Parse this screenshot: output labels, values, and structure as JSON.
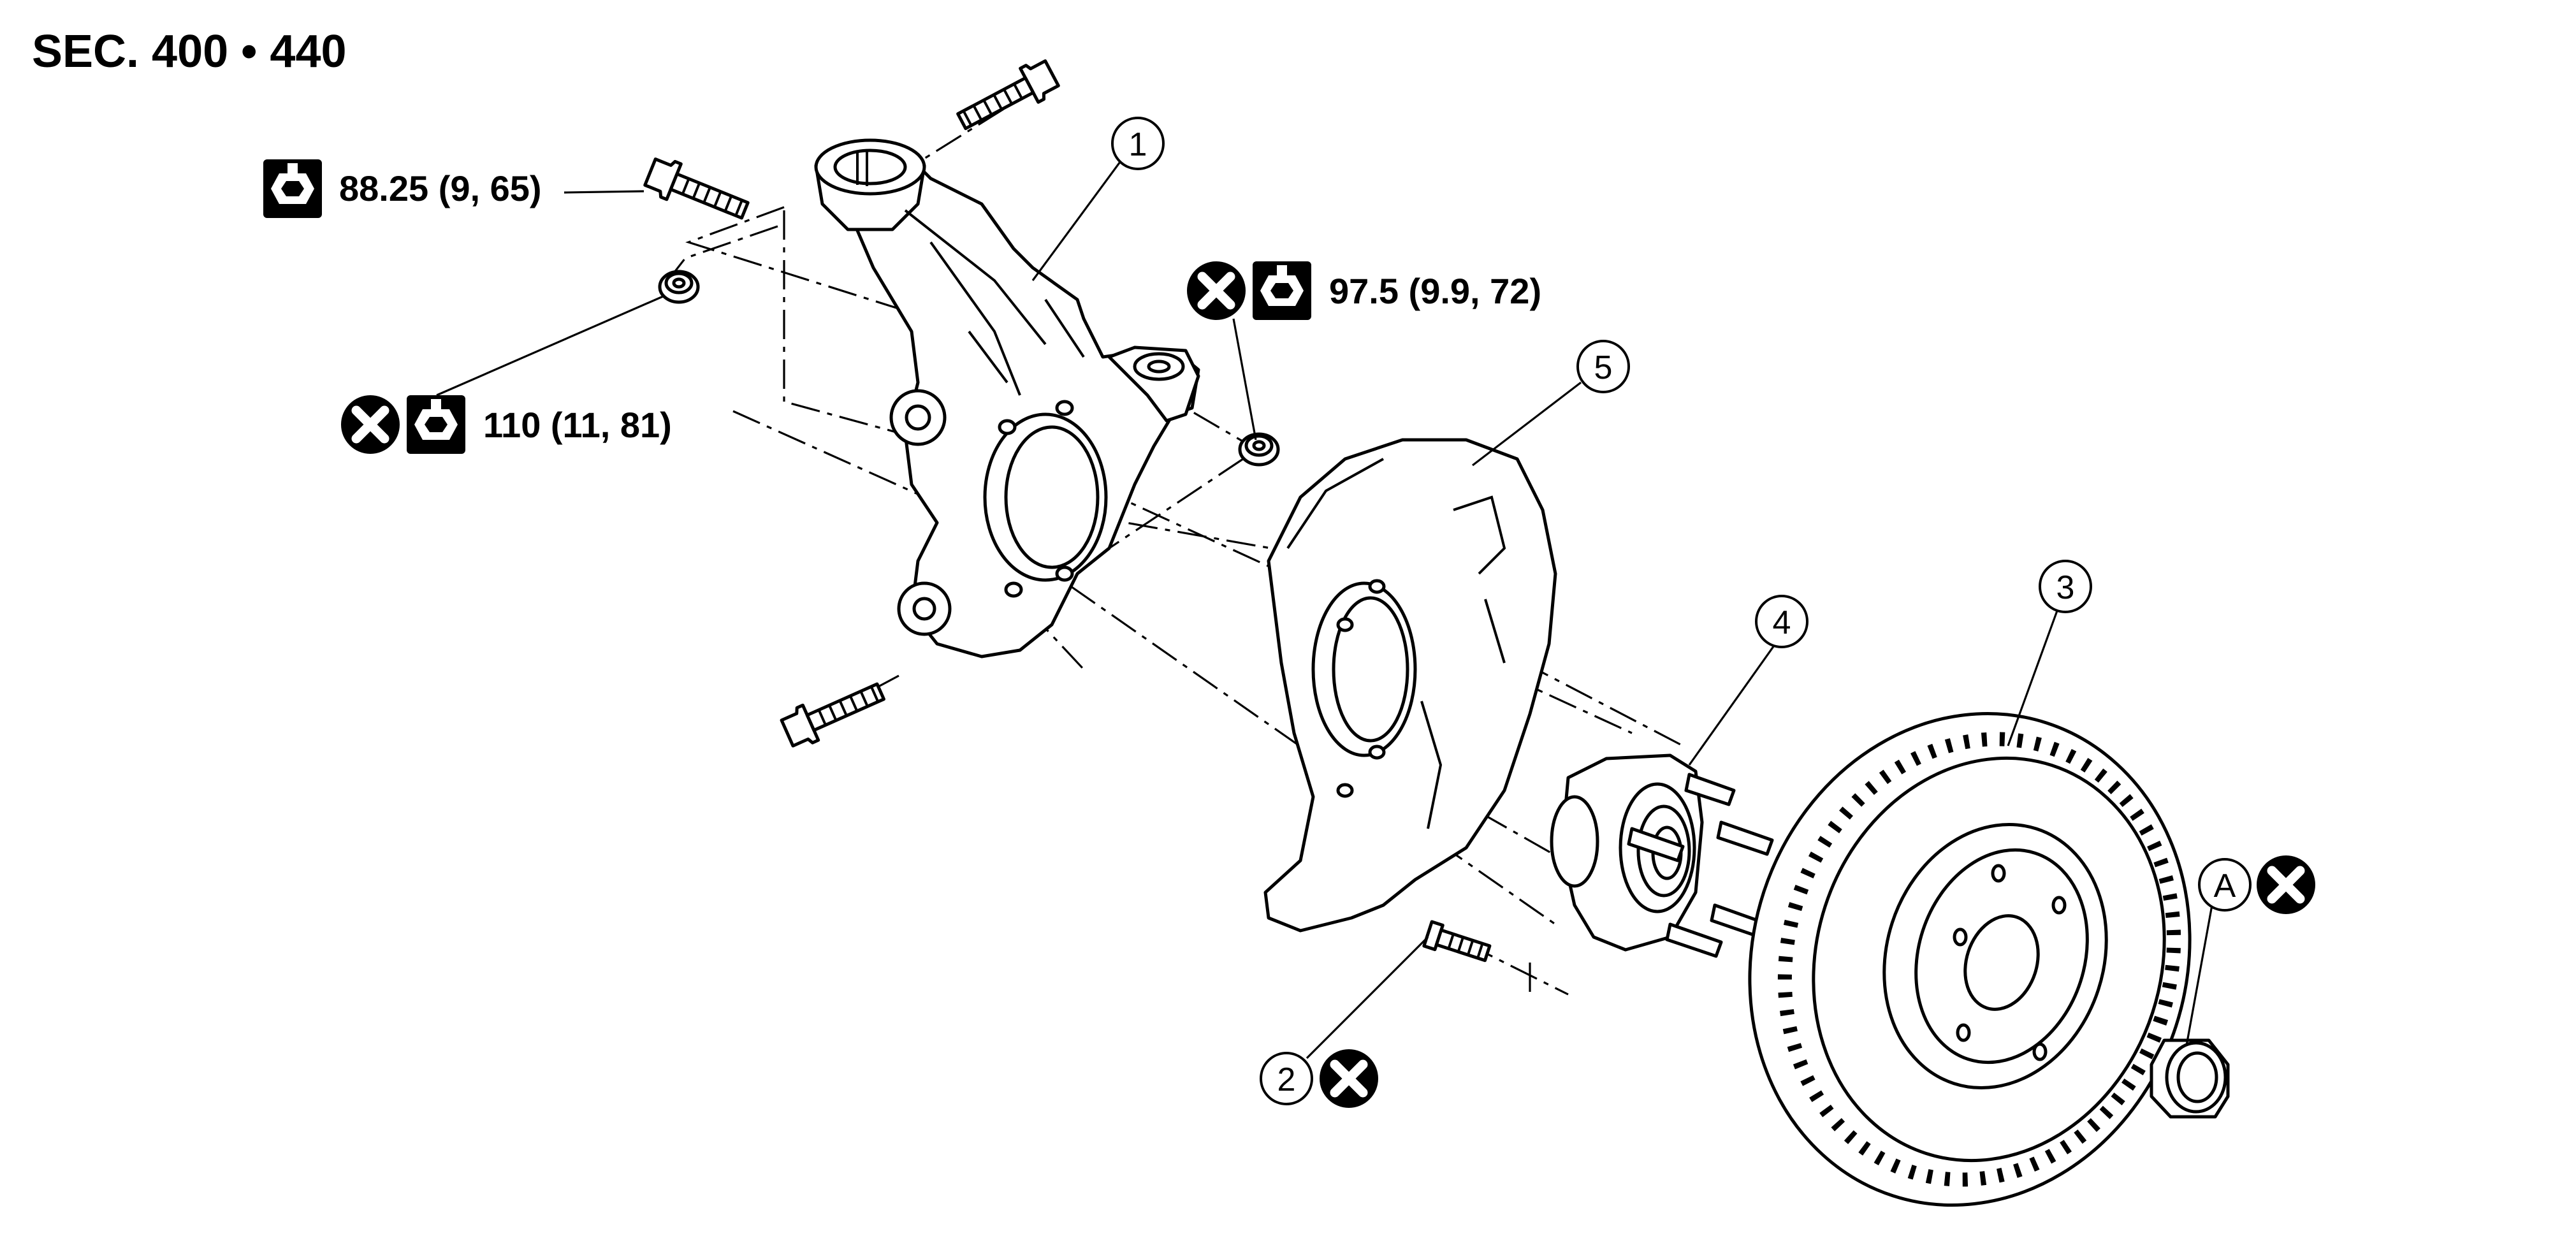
{
  "section_label": "SEC. 400 • 440",
  "torque_specs": {
    "upper_bolt": "88.25 (9, 65)",
    "upper_nut": "110 (11, 81)",
    "center_nut": "97.5 (9.9, 72)"
  },
  "callouts": {
    "part_1": "1",
    "part_2": "2",
    "part_3": "3",
    "part_4": "4",
    "part_5": "5",
    "ref_a": "A"
  },
  "icons": {
    "torque": "torque-wrench-icon",
    "replace": "do-not-reuse-icon"
  },
  "colors": {
    "line": "#000000",
    "background": "#ffffff"
  }
}
